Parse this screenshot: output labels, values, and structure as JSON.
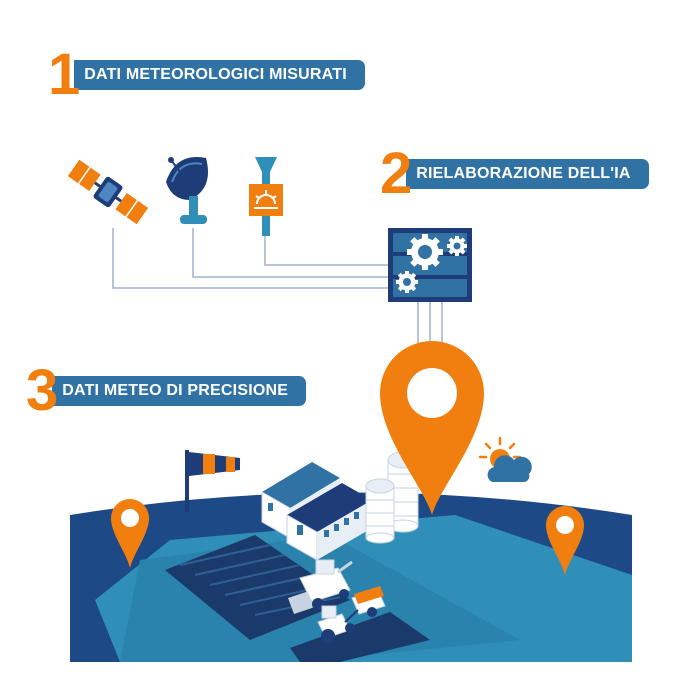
{
  "steps": [
    {
      "number": "1",
      "label": "DATI METEOROLOGICI MISURATI"
    },
    {
      "number": "2",
      "label": "RIELABORAZIONE DELL'IA"
    },
    {
      "number": "3",
      "label": "DATI METEO DI PRECISIONE"
    }
  ],
  "icons": {
    "sources": [
      "satellite-icon",
      "satellite-dish-icon",
      "weather-station-icon"
    ],
    "processor": "ai-gears-server-icon",
    "main_marker": "location-pin-icon",
    "weather": "sun-cloud-icon",
    "field_markers": [
      "location-pin-icon",
      "location-pin-icon"
    ],
    "farm": [
      "windsock-icon",
      "farm-barn-icon",
      "grain-silo-icon",
      "combine-harvester-icon",
      "tractor-trailer-icon"
    ]
  },
  "colors": {
    "orange": "#f07f0f",
    "blue_label": "#2f72a3",
    "navy": "#1d3c78",
    "field_blue": "#2f8fb8",
    "line_gray": "#9fb3c8"
  }
}
